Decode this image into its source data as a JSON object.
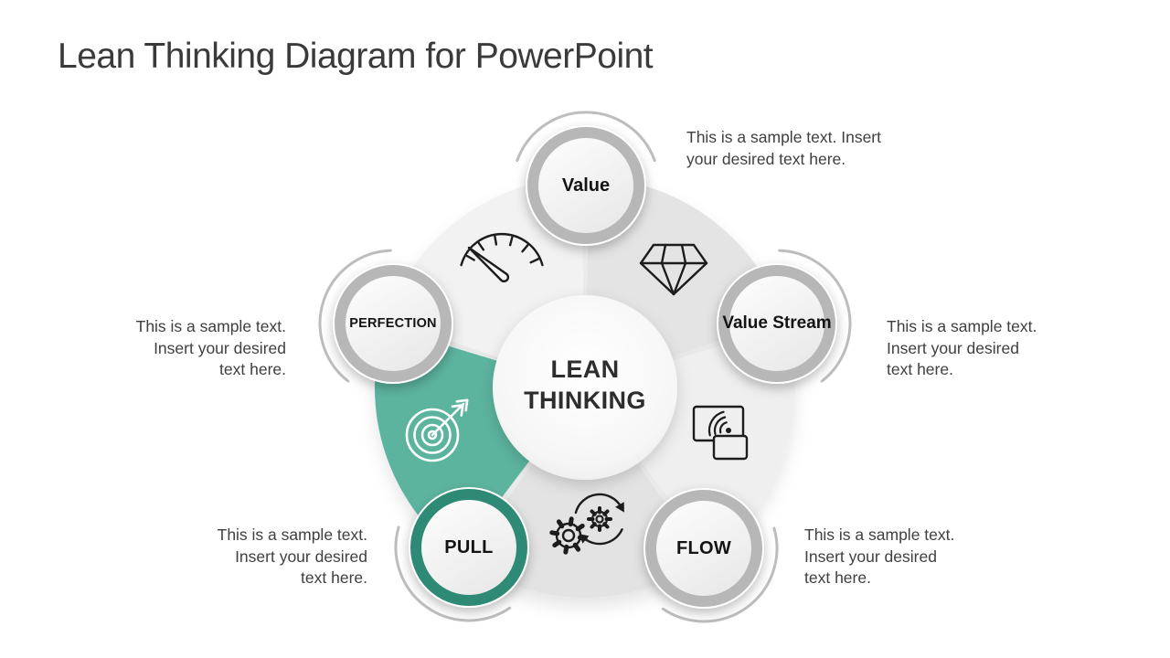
{
  "slide": {
    "title": "Lean Thinking Diagram for PowerPoint"
  },
  "diagram": {
    "center": {
      "lines": [
        "LEAN",
        "THINKING"
      ]
    },
    "nodes": [
      {
        "id": "value",
        "label": "Value",
        "ring_color": "#B7B7B7",
        "caption": [
          "This is a sample text. Insert",
          "your desired text here."
        ]
      },
      {
        "id": "value-stream",
        "label": "Value Stream",
        "ring_color": "#B7B7B7",
        "caption": [
          "This is a sample text.",
          "Insert your desired",
          "text here."
        ]
      },
      {
        "id": "flow",
        "label": "FLOW",
        "ring_color": "#B7B7B7",
        "caption": [
          "This is a sample text.",
          "Insert your desired",
          "text here."
        ]
      },
      {
        "id": "pull",
        "label": "PULL",
        "ring_color": "#2E8A75",
        "caption": [
          "This is a sample text.",
          "Insert your desired",
          "text here."
        ]
      },
      {
        "id": "perfection",
        "label": "PERFECTION",
        "ring_color": "#B7B7B7",
        "caption": [
          "This is a sample text.",
          "Insert your desired",
          "text here."
        ]
      }
    ],
    "segments": [
      {
        "position": "top-left",
        "icon": "speedometer-gauge-icon",
        "color": "#F2F2F2",
        "highlighted": false
      },
      {
        "position": "top-right",
        "icon": "diamond-icon",
        "color": "#E4E4E4",
        "highlighted": false
      },
      {
        "position": "right",
        "icon": "wireless-screens-icon",
        "color": "#EFEFEF",
        "highlighted": false
      },
      {
        "position": "bottom",
        "icon": "gears-rotation-icon",
        "color": "#E3E3E3",
        "highlighted": false
      },
      {
        "position": "left",
        "icon": "target-arrow-icon",
        "color": "#5BB49F",
        "highlighted": true
      }
    ]
  },
  "colors": {
    "accent_teal": "#5BB49F",
    "accent_teal_dark": "#2E8A75",
    "node_ring_gray": "#B7B7B7",
    "outer_arc_gray": "#BDBDBD",
    "icon_line": "#1C1C1C",
    "title_text": "#3A3A3A",
    "caption_text": "#3F3F3F"
  }
}
